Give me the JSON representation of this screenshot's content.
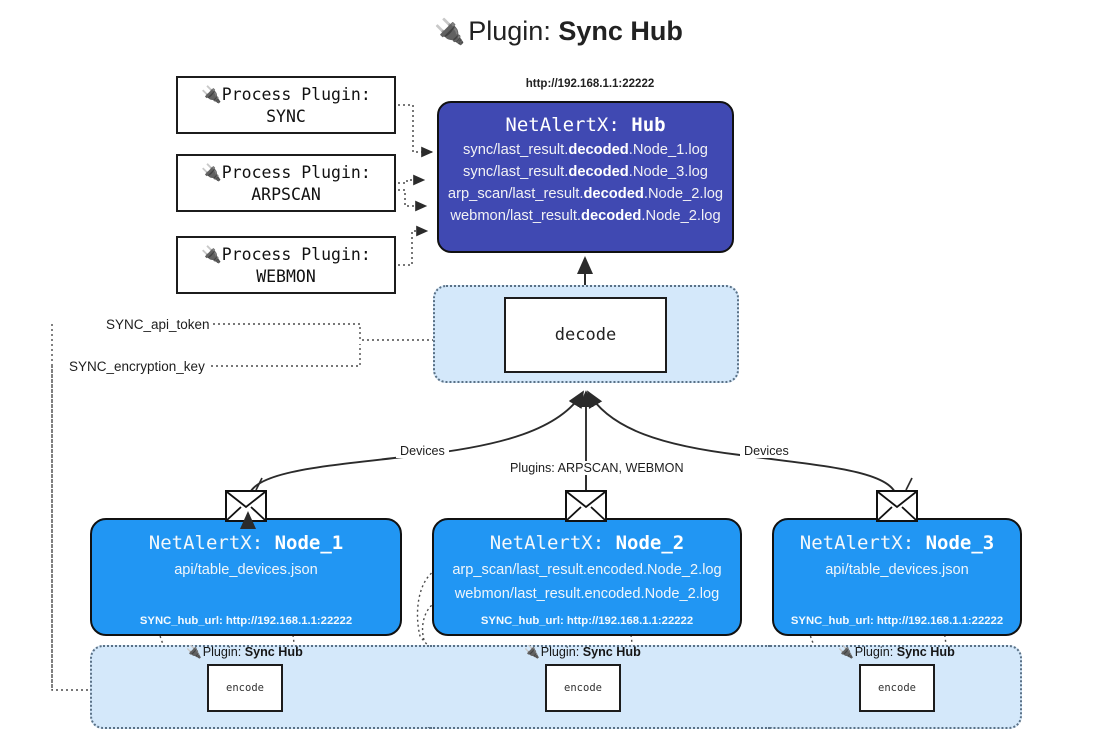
{
  "title": {
    "icon": "plug-icon",
    "prefix": "Plugin: ",
    "name": "Sync Hub"
  },
  "process_plugins": [
    {
      "icon": "plug-icon",
      "line1": "Process Plugin:",
      "line2": "SYNC"
    },
    {
      "icon": "plug-icon",
      "line1": "Process Plugin:",
      "line2": "ARPSCAN"
    },
    {
      "icon": "plug-icon",
      "line1": "Process Plugin:",
      "line2": "WEBMON"
    }
  ],
  "hub": {
    "url": "http://192.168.1.1:22222",
    "title_prefix": "NetAlertX: ",
    "title_name": "Hub",
    "logs": [
      {
        "pre": "sync/last_result.",
        "mid": "decoded",
        "post": ".Node_1.log"
      },
      {
        "pre": "sync/last_result.",
        "mid": "decoded",
        "post": ".Node_3.log"
      },
      {
        "pre": "arp_scan/last_result.",
        "mid": "decoded",
        "post": ".Node_2.log"
      },
      {
        "pre": "webmon/last_result.",
        "mid": "decoded",
        "post": ".Node_2.log"
      }
    ]
  },
  "decode": {
    "label": "decode"
  },
  "tokens": {
    "api_token": "SYNC_api_token",
    "encryption_key": "SYNC_encryption_key"
  },
  "connectors": {
    "devices_left": "Devices",
    "devices_right": "Devices",
    "plugins_mid": "Plugins: ARPSCAN, WEBMON"
  },
  "nodes": [
    {
      "title_prefix": "NetAlertX: ",
      "title_name": "Node_1",
      "lines": [
        "api/table_devices.json"
      ],
      "footer": "SYNC_hub_url: http://192.168.1.1:22222",
      "envelope_icon": "envelope-icon"
    },
    {
      "title_prefix": "NetAlertX: ",
      "title_name": "Node_2",
      "lines": [
        "arp_scan/last_result.encoded.Node_2.log",
        "webmon/last_result.encoded.Node_2.log"
      ],
      "footer": "SYNC_hub_url: http://192.168.1.1:22222",
      "envelope_icon": "envelope-icon"
    },
    {
      "title_prefix": "NetAlertX: ",
      "title_name": "Node_3",
      "lines": [
        "api/table_devices.json"
      ],
      "footer": "SYNC_hub_url: http://192.168.1.1:22222",
      "envelope_icon": "envelope-icon"
    }
  ],
  "encode_bands": [
    {
      "icon": "plug-icon",
      "label_prefix": "Plugin: ",
      "label_name": "Sync Hub",
      "box_label": "encode"
    },
    {
      "icon": "plug-icon",
      "label_prefix": "Plugin: ",
      "label_name": "Sync Hub",
      "box_label": "encode"
    },
    {
      "icon": "plug-icon",
      "label_prefix": "Plugin: ",
      "label_name": "Sync Hub",
      "box_label": "encode"
    }
  ],
  "colors": {
    "hub_fill": "#4049b2",
    "node_fill": "#2196f3",
    "band_fill": "#d4e8fa",
    "band_border": "#5a7186",
    "stroke": "#1c1c1c",
    "page_bg": "#ffffff"
  }
}
